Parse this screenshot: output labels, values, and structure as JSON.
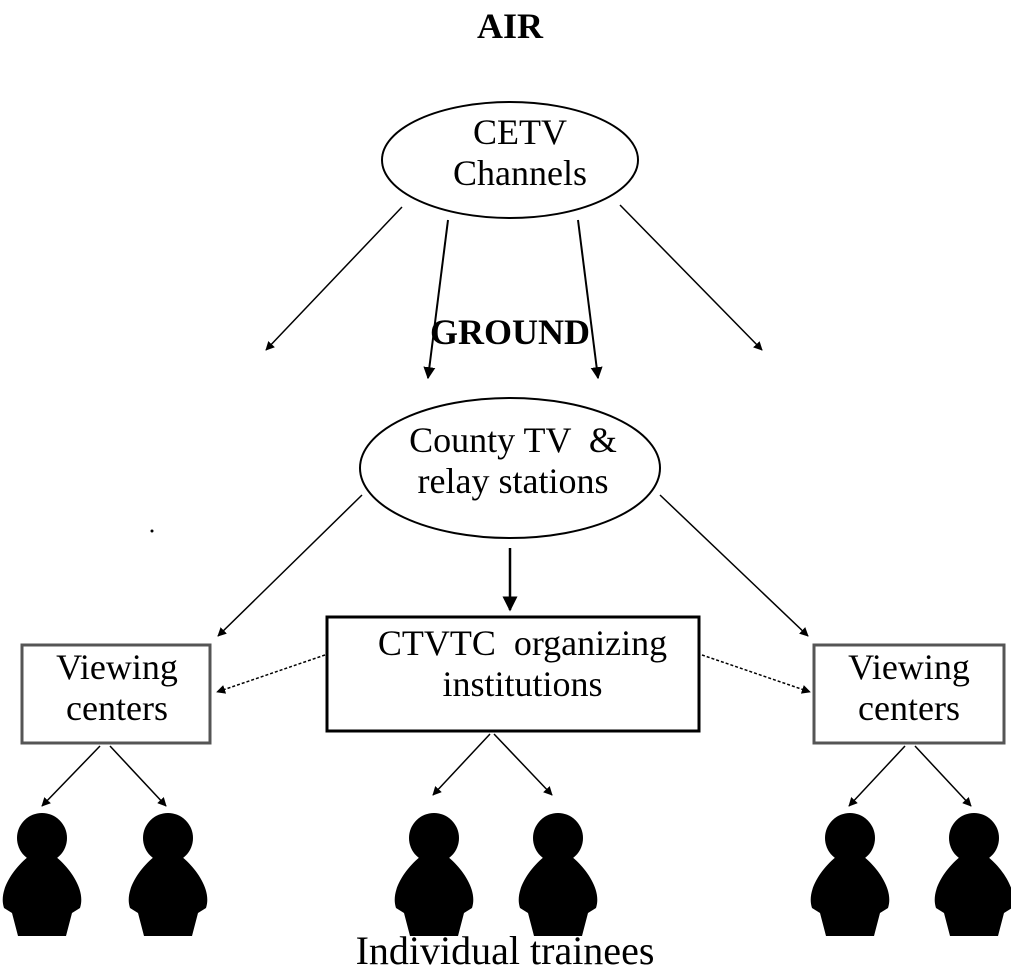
{
  "labels": {
    "air": "AIR",
    "ground": "GROUND",
    "cetv": [
      "CETV",
      "Channels"
    ],
    "county": [
      "County TV  &",
      "relay stations"
    ],
    "ctvtc": [
      "CTVTC  organizing",
      "institutions"
    ],
    "viewing_left": [
      "Viewing",
      "centers"
    ],
    "viewing_right": [
      "Viewing",
      "centers"
    ],
    "trainees": "Individual trainees"
  },
  "trainee_count": 6,
  "icons": {
    "person": "person-silhouette-icon",
    "arrow": "arrowhead-icon"
  },
  "colors": {
    "line": "#000000",
    "box_border": "#555555"
  }
}
